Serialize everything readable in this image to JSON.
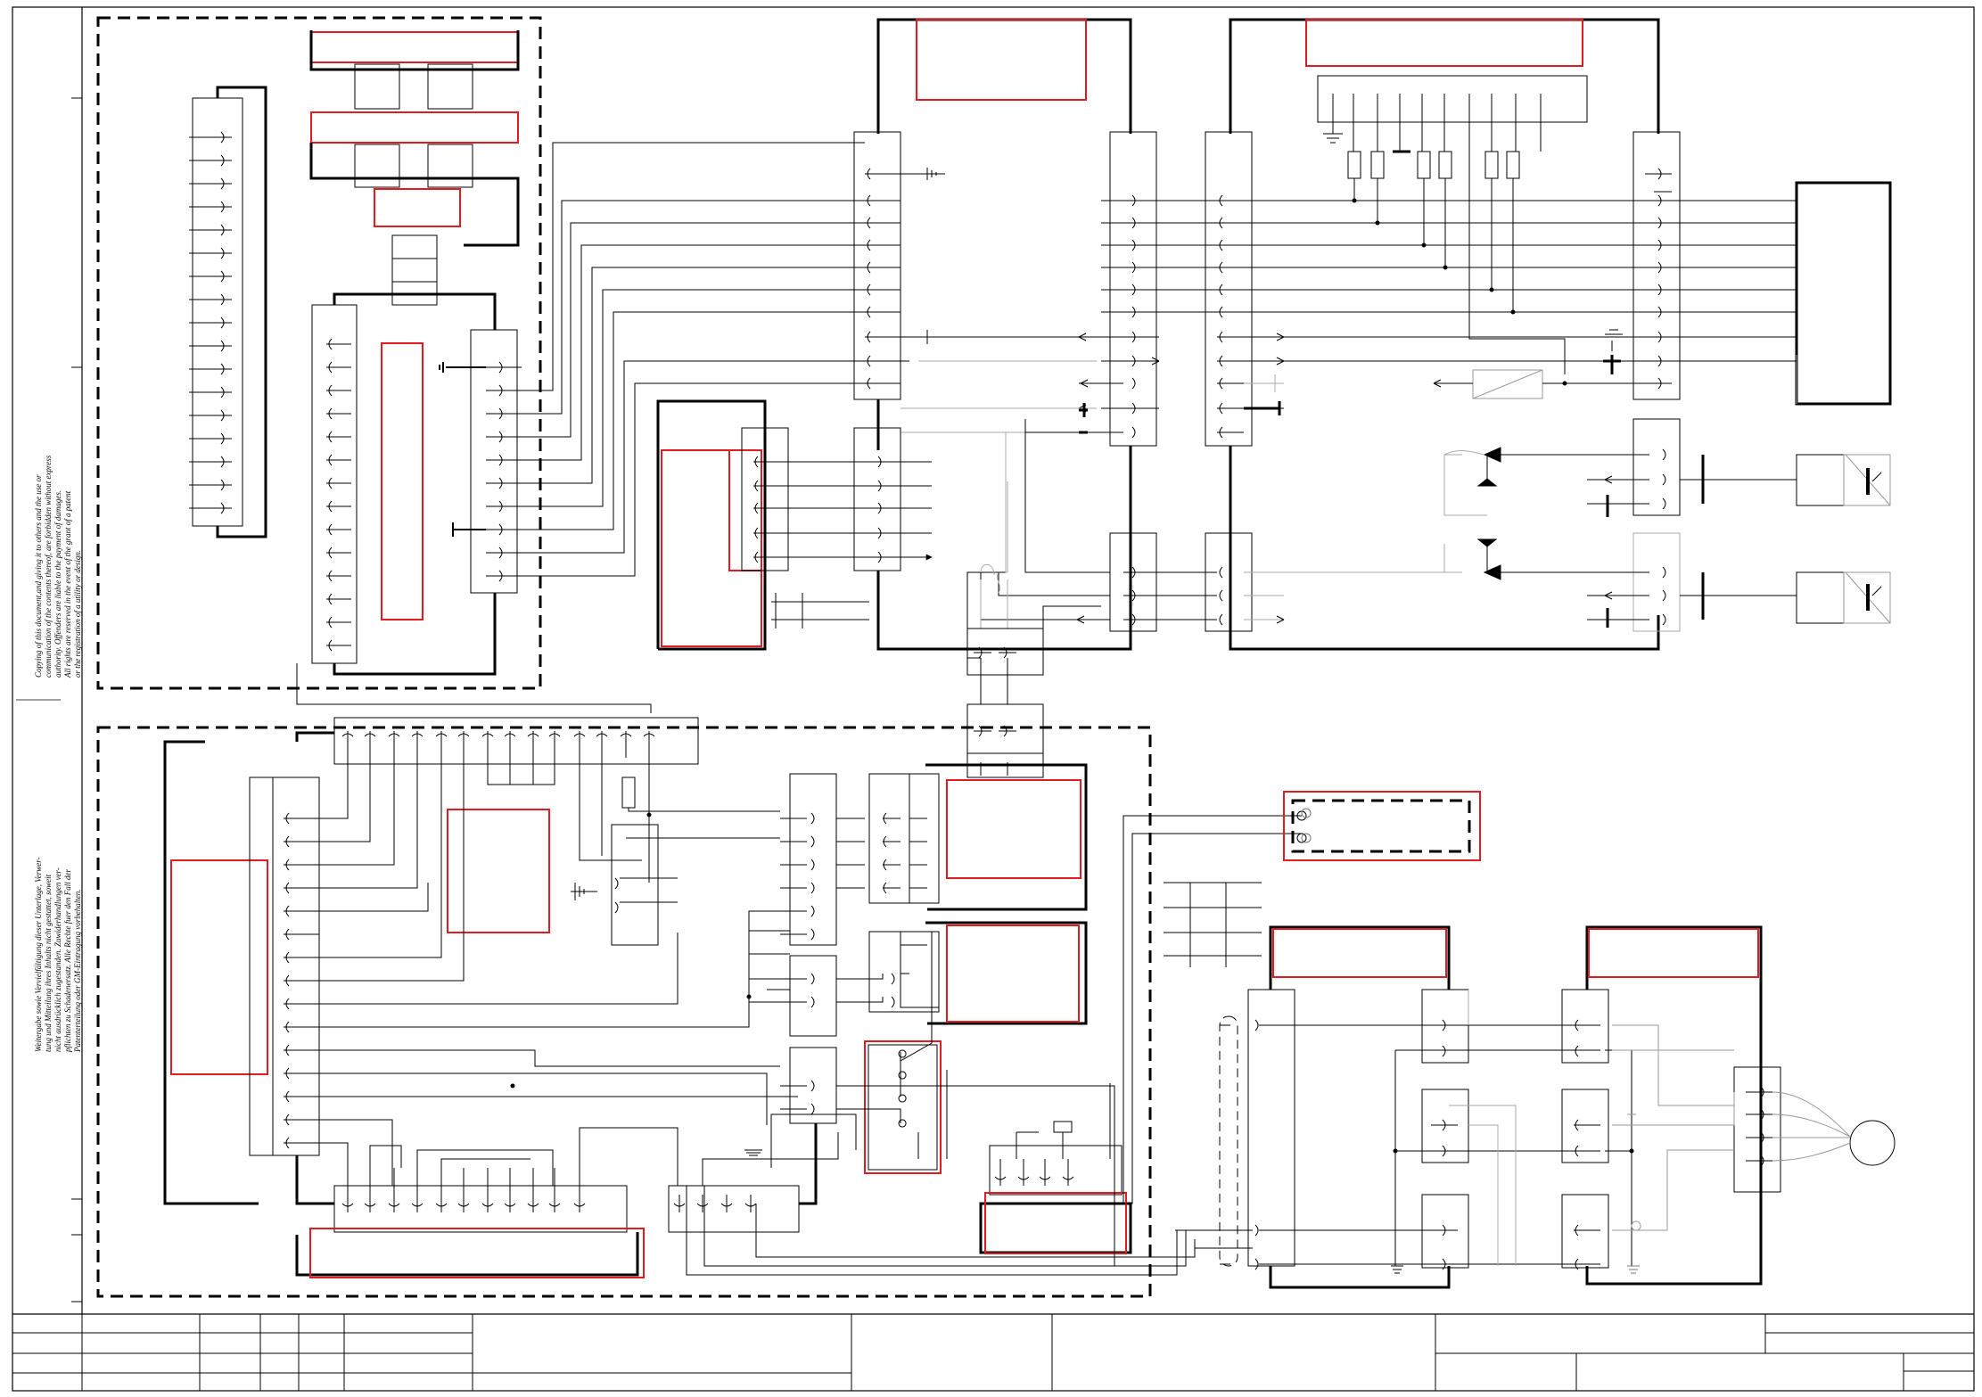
{
  "document": {
    "type": "electrical-wiring-schematic",
    "copyright_note_en": "Copying of this document,and giving it to others and the use or\ncommunication of the contents thereof, are forbidden without express\nauthority. Offenders are liable to the payment of damages.\nAll rights are reserved in the event of the grant of a patent\nor the registration of a utility or design.",
    "copyright_note_de": "Weitergabe sowie Vervielfältigung dieser Unterlage, Verwer-\ntung und Mitteilung ihres Inhalts nicht gestattet, soweit\nnicht ausdrücklich zugestanden. Zuwiderhandlungen ver-\npflichten zu Schadenersatz. Alle Rechte fuer den Fall der\nPatenterteilung oder GM-Eintragung vorbehalten."
  },
  "colors": {
    "line": "#000000",
    "highlight": "#e11b22",
    "thin": "#555555",
    "light": "#aaaaaa"
  },
  "icons": [
    "ground-icon",
    "diode-icon",
    "motor-icon",
    "resistor-icon",
    "sensor-icon",
    "arrow-icon"
  ]
}
